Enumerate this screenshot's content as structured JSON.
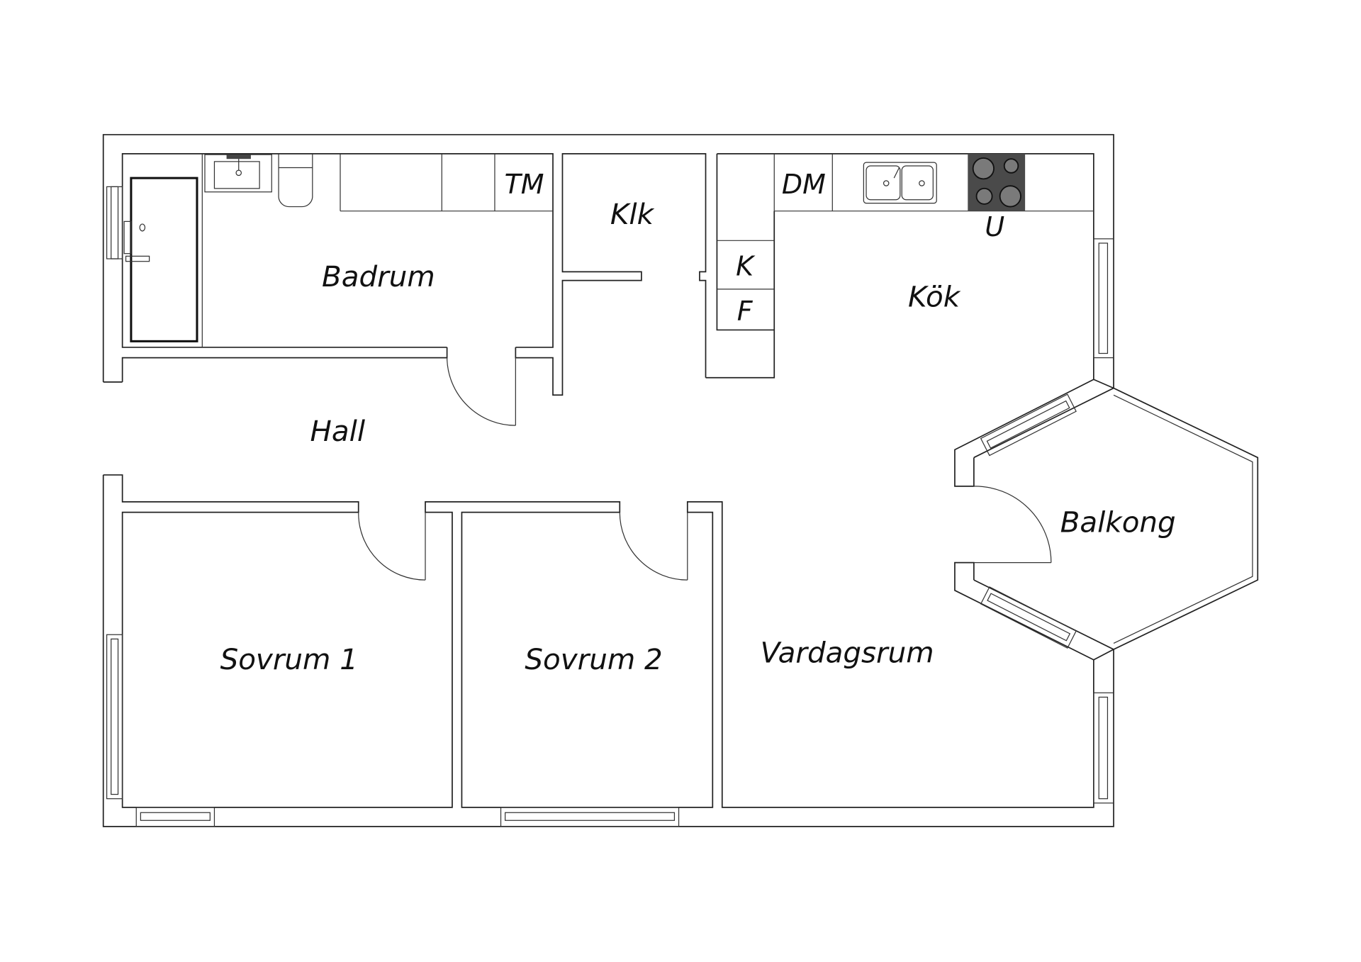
{
  "rooms": {
    "badrum": "Badrum",
    "klk": "Klk",
    "kok": "Kök",
    "hall": "Hall",
    "balkong": "Balkong",
    "sovrum1": "Sovrum 1",
    "sovrum2": "Sovrum 2",
    "vardagsrum": "Vardagsrum"
  },
  "fixtures": {
    "tm": "TM",
    "dm": "DM",
    "k": "K",
    "f": "F",
    "u": "U"
  },
  "colors": {
    "wall": "#222222",
    "stove": "#4a4a4a",
    "burner": "#7a7a7a"
  }
}
